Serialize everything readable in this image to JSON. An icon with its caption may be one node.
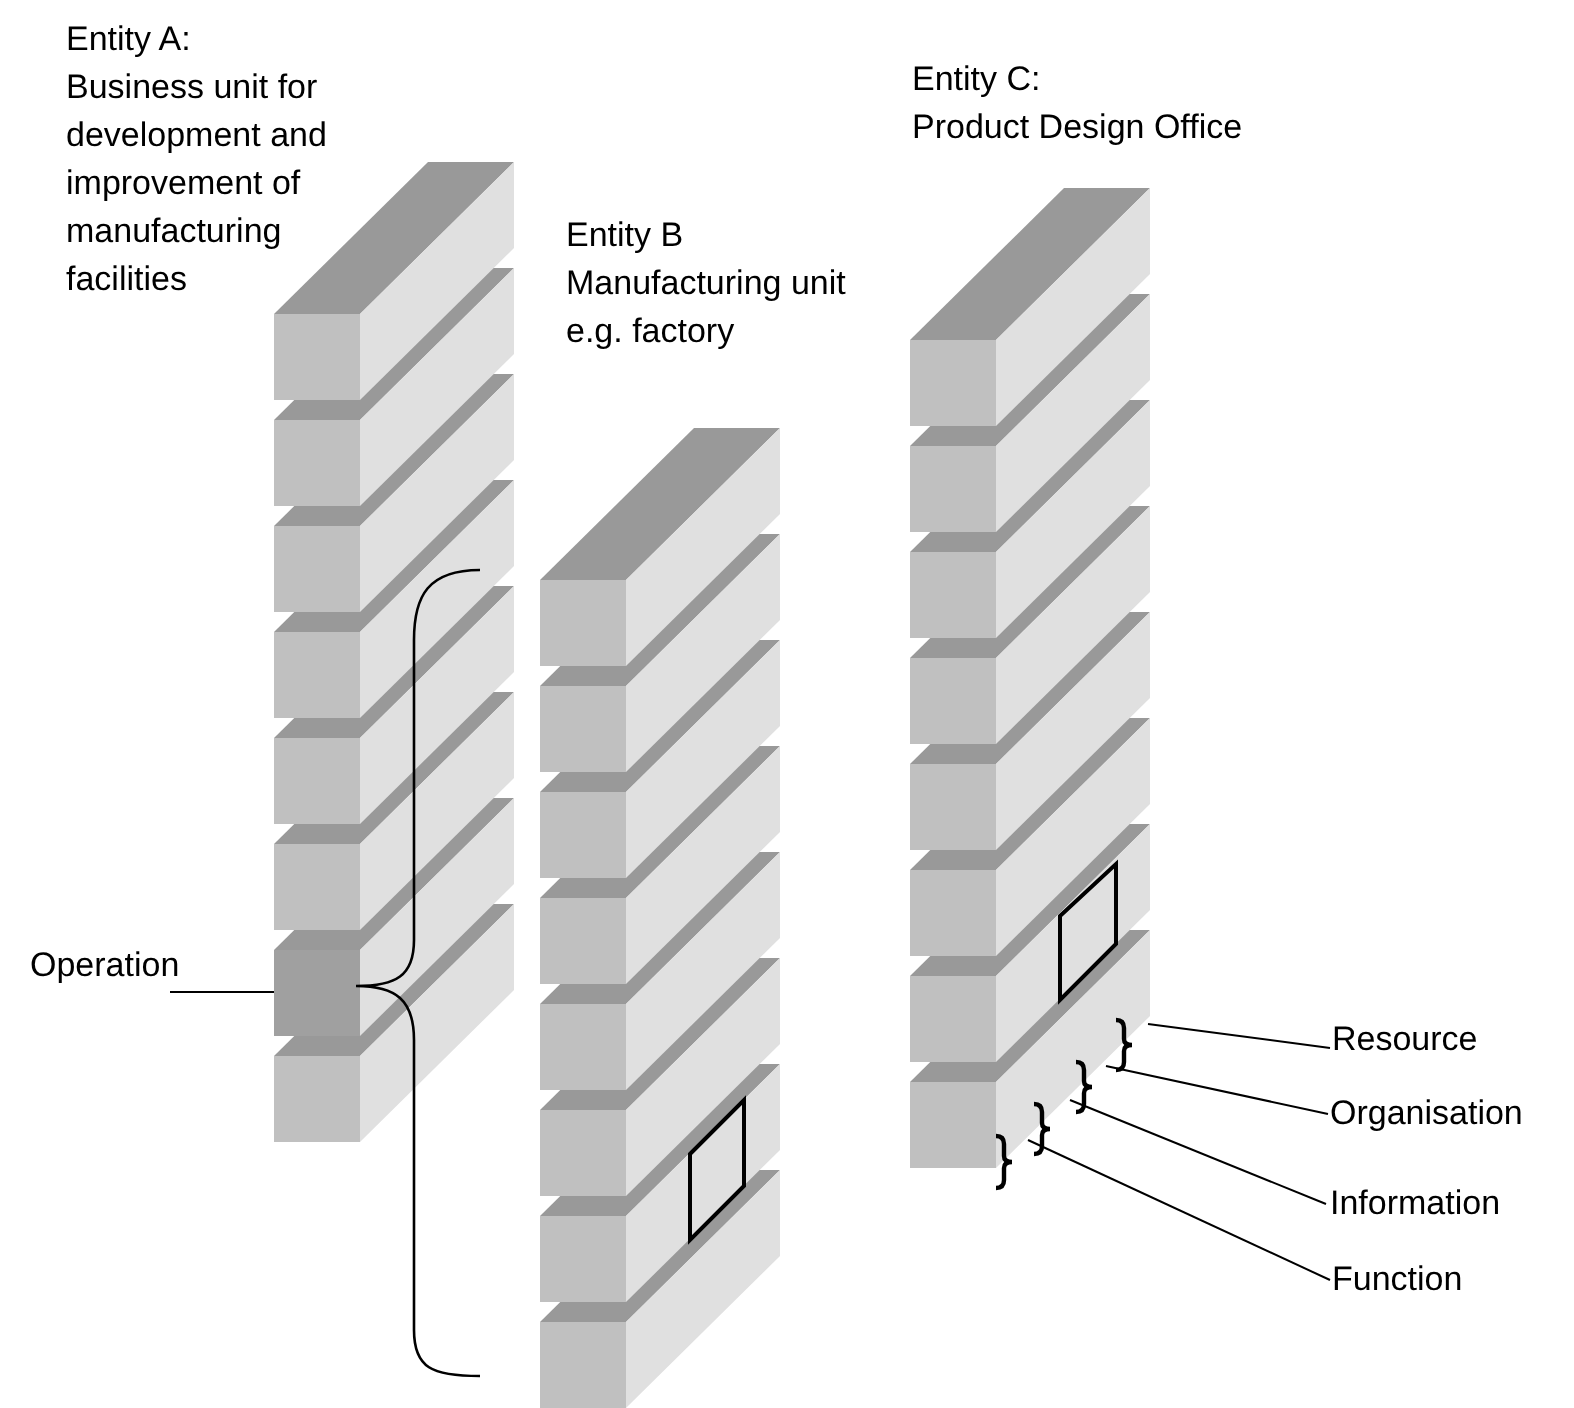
{
  "diagram": {
    "nodes": [
      {
        "text": [
          "Entity A:",
          "Business unit for development and improvement of manufacturing facilities"
        ]
      },
      {
        "text": [
          "Entity B",
          "Manufacturing unit e.g. factory"
        ]
      },
      {
        "text": [
          "Entity C:",
          "Product Design Office"
        ]
      },
      {
        "text": [],
        "shape": "box",
        "in": 0
      },
      {
        "text": [
          "Operation"
        ]
      },
      {
        "text": [
          "Resource"
        ]
      },
      {
        "text": [
          "Organisation"
        ]
      },
      {
        "text": [
          "Information"
        ]
      },
      {
        "text": [
          "Function"
        ]
      }
    ],
    "edges": [
      {
        "from": 4,
        "to": 3,
        "arrow": "none"
      },
      {
        "from": 5,
        "to": 2,
        "arrow": "none"
      },
      {
        "from": 6,
        "to": 2,
        "arrow": "none"
      },
      {
        "from": 7,
        "to": 2,
        "arrow": "none"
      },
      {
        "from": 8,
        "to": 2,
        "arrow": "none"
      }
    ]
  }
}
